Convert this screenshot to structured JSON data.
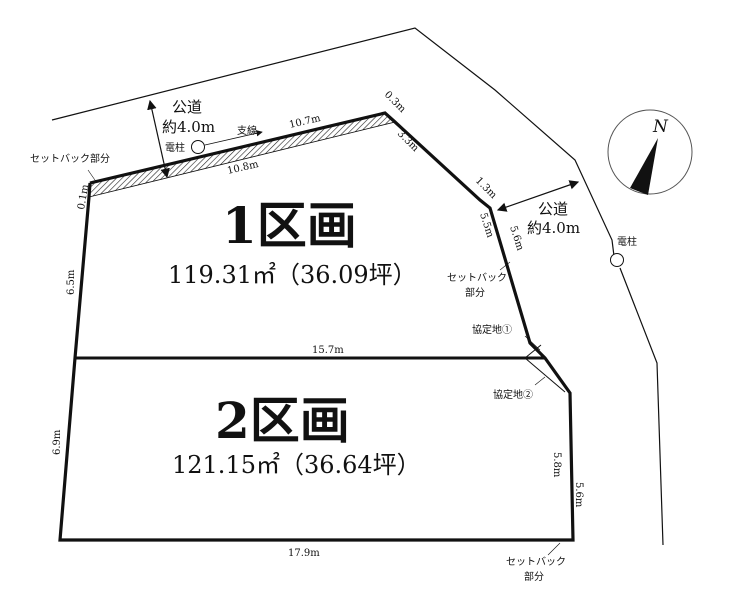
{
  "lots": [
    {
      "label": "1区画",
      "area": "119.31㎡（36.09坪）"
    },
    {
      "label": "2区画",
      "area": "121.15㎡（36.64坪）"
    }
  ],
  "roads": [
    {
      "name": "公道",
      "width": "約4.0m"
    },
    {
      "name": "公道",
      "width": "約4.0m"
    }
  ],
  "labels": {
    "pole": "電柱",
    "guy_wire": "支線",
    "setback_top": "セットバック部分",
    "setback_right_1": "セットバック",
    "setback_right_2": "部分",
    "setback_bottom_1": "セットバック",
    "setback_bottom_2": "部分",
    "agreement_1": "協定地①",
    "agreement_2": "協定地②",
    "north": "N"
  },
  "dimensions": {
    "top_outer": "10.7m",
    "top_inner": "10.8m",
    "corner_a": "0.3m",
    "corner_b": "3.3m",
    "corner_c": "1.3m",
    "right_upper_inner": "5.5m",
    "right_upper_outer": "5.6m",
    "left_upper": "6.5m",
    "left_top": "0.1m",
    "divider": "15.7m",
    "left_lower": "6.9m",
    "bottom": "17.9m",
    "right_lower_inner": "5.8m",
    "right_lower_outer": "5.6m"
  }
}
